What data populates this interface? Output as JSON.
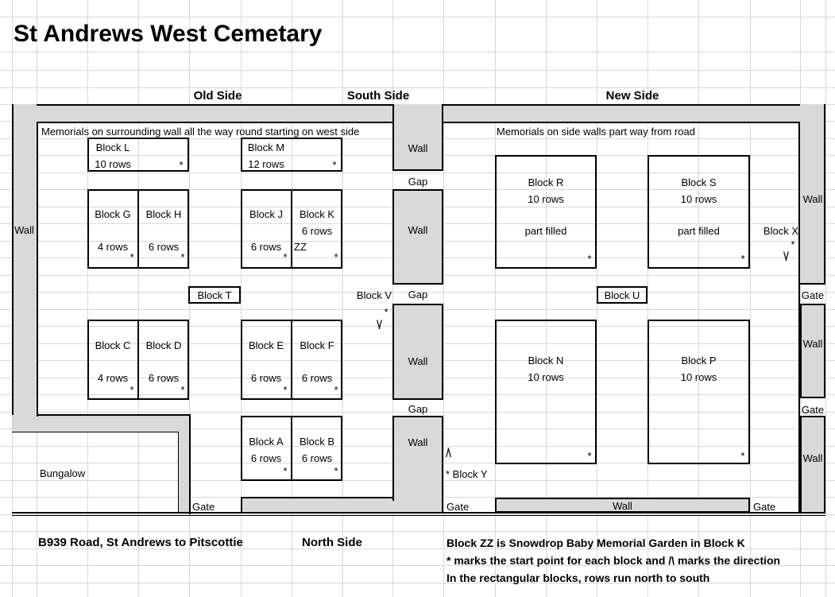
{
  "title": "St Andrews West Cemetary",
  "headers": {
    "old_side": "Old Side",
    "south_side": "South Side",
    "new_side": "New Side",
    "north_side": "North Side"
  },
  "annotations": {
    "west_memorials": "Memorials on surrounding wall all the way round starting on west side",
    "new_memorials": "Memorials on side walls part way from road",
    "road": "B939 Road, St Andrews to Pitscottie",
    "note_zz": "Block ZZ is Snowdrop Baby Memorial Garden in Block K",
    "note_star": "* marks the start point for each block and /\\ marks the direction",
    "note_rows": "In the rectangular blocks, rows run north to south"
  },
  "labels": {
    "wall": "Wall",
    "gap": "Gap",
    "gate": "Gate",
    "bungalow": "Bungalow",
    "star": "*",
    "dir_down": "\\/",
    "dir_up": "/\\"
  },
  "blocks": {
    "L": {
      "name": "Block L",
      "rows": "10 rows",
      "star": "*"
    },
    "M": {
      "name": "Block M",
      "rows": "12 rows",
      "star": "*"
    },
    "G": {
      "name": "Block G",
      "rows": "4 rows",
      "star": "*"
    },
    "H": {
      "name": "Block H",
      "rows": "6 rows",
      "star": "*"
    },
    "J": {
      "name": "Block J",
      "rows": "6 rows",
      "star": "*"
    },
    "K": {
      "name": "Block K",
      "rows": "6 rows",
      "zz": "ZZ",
      "star": "*"
    },
    "T": {
      "name": "Block T"
    },
    "U": {
      "name": "Block U"
    },
    "V": {
      "name": "Block V",
      "star": "*",
      "dir": "\\/"
    },
    "X": {
      "name": "Block X",
      "star": "*",
      "dir": "\\/"
    },
    "Y": {
      "name": "* Block Y",
      "dir": "/\\"
    },
    "C": {
      "name": "Block C",
      "rows": "4 rows",
      "star": "*"
    },
    "D": {
      "name": "Block D",
      "rows": "6 rows",
      "star": "*"
    },
    "E": {
      "name": "Block E",
      "rows": "6 rows",
      "star": "*"
    },
    "F": {
      "name": "Block F",
      "rows": "6 rows",
      "star": "*"
    },
    "A": {
      "name": "Block A",
      "rows": "6 rows",
      "star": "*"
    },
    "B": {
      "name": "Block B",
      "rows": "6 rows",
      "star": "*"
    },
    "R": {
      "name": "Block R",
      "rows": "10 rows",
      "fill": "part filled",
      "star": "*"
    },
    "S": {
      "name": "Block S",
      "rows": "10 rows",
      "fill": "part filled",
      "star": "*"
    },
    "N": {
      "name": "Block N",
      "rows": "10 rows",
      "star": "*"
    },
    "P": {
      "name": "Block P",
      "rows": "10 rows",
      "star": "*"
    }
  },
  "colors": {
    "wall_fill": "#d9d9d9",
    "line": "#000000",
    "gridline": "#d8d8d8",
    "text": "#000000"
  }
}
